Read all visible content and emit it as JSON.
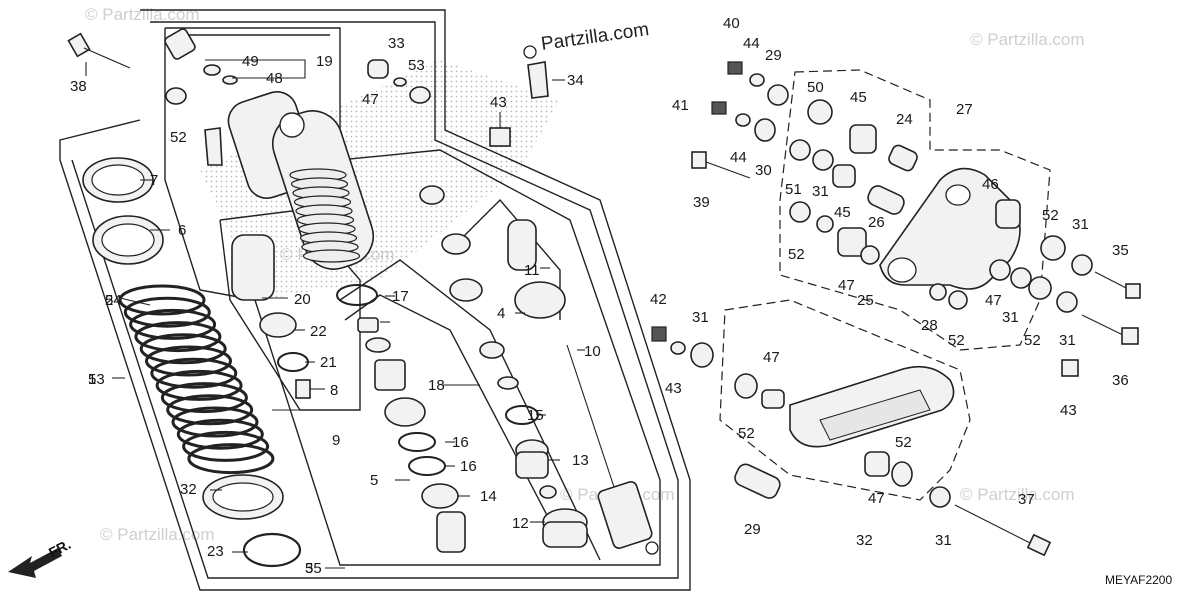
{
  "diagram_code": "MEYAF2200",
  "front_label": "FR.",
  "watermark_text": "© Partzilla.com",
  "brand_text": "Partzilla.com",
  "callouts": [
    "1",
    "2",
    "3",
    "4",
    "5",
    "6",
    "7",
    "8",
    "9",
    "10",
    "11",
    "12",
    "13",
    "14",
    "15",
    "16",
    "16",
    "17",
    "18",
    "19",
    "20",
    "21",
    "22",
    "23",
    "24",
    "25",
    "26",
    "27",
    "28",
    "29",
    "29",
    "30",
    "31",
    "31",
    "31",
    "31",
    "31",
    "31",
    "32",
    "32",
    "33",
    "34",
    "35",
    "36",
    "37",
    "38",
    "39",
    "40",
    "41",
    "42",
    "43",
    "43",
    "43",
    "44",
    "44",
    "45",
    "45",
    "46",
    "47",
    "47",
    "47",
    "47",
    "47",
    "48",
    "49",
    "50",
    "51",
    "52",
    "52",
    "52",
    "52",
    "52",
    "52",
    "52",
    "53",
    "53",
    "54",
    "55"
  ],
  "colors": {
    "ink": "#222222",
    "watermark": "#cfcfcf",
    "shade": "#d9d9d9"
  }
}
